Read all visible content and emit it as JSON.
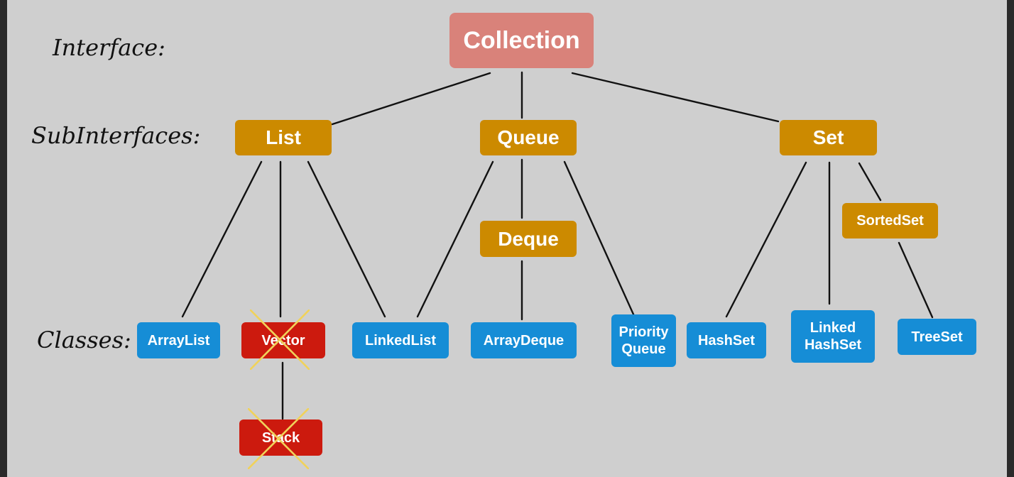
{
  "colors": {
    "background": "#cfcfcf",
    "frame": "#2a2a2a",
    "interface": "#d9827a",
    "subinterface": "#cc8a00",
    "class": "#168dd6",
    "deprecated": "#cc1a0e",
    "cross": "#f0d25a",
    "edge": "#111111",
    "label_text": "#111111",
    "node_text": "#ffffff"
  },
  "tiers": {
    "interface": "Interface:",
    "subinterfaces": "SubInterfaces:",
    "classes": "Classes:"
  },
  "nodes": {
    "collection": "Collection",
    "list": "List",
    "queue": "Queue",
    "set": "Set",
    "deque": "Deque",
    "sortedset": "SortedSet",
    "arraylist": "ArrayList",
    "vector": "Vector",
    "stack": "Stack",
    "linkedlist": "LinkedList",
    "arraydeque": "ArrayDeque",
    "priorityqueue": [
      "Priority",
      "Queue"
    ],
    "hashset": "HashSet",
    "linkedhashset": [
      "Linked",
      "HashSet"
    ],
    "treeset": "TreeSet"
  },
  "deprecated_marks": [
    "vector",
    "stack"
  ],
  "edges": [
    [
      "collection",
      "list"
    ],
    [
      "collection",
      "queue"
    ],
    [
      "collection",
      "set"
    ],
    [
      "list",
      "arraylist"
    ],
    [
      "list",
      "vector"
    ],
    [
      "list",
      "linkedlist"
    ],
    [
      "vector",
      "stack"
    ],
    [
      "queue",
      "linkedlist"
    ],
    [
      "queue",
      "deque"
    ],
    [
      "queue",
      "priorityqueue"
    ],
    [
      "deque",
      "arraydeque"
    ],
    [
      "set",
      "hashset"
    ],
    [
      "set",
      "linkedhashset"
    ],
    [
      "set",
      "sortedset"
    ],
    [
      "sortedset",
      "treeset"
    ]
  ]
}
